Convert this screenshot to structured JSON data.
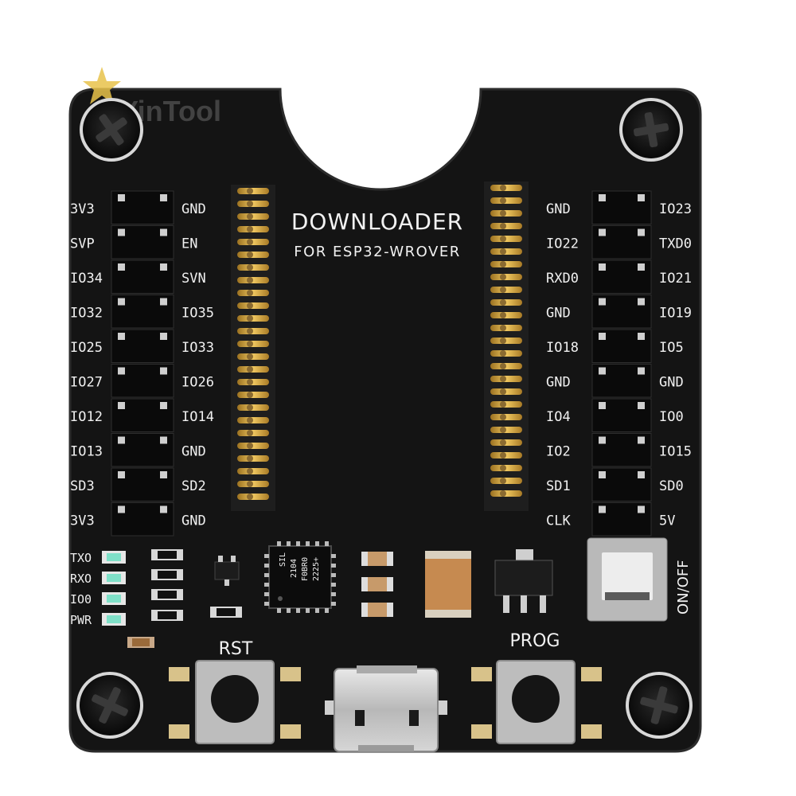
{
  "board": {
    "title": "DOWNLOADER",
    "subtitle": "FOR ESP32-WROVER",
    "watermark": "YinTool",
    "colors": {
      "pcb": "#141414",
      "silkscreen": "#f2f2f2",
      "gold": "#d4a23a",
      "led": "#7fe0c8"
    }
  },
  "left_outer_labels": [
    "3V3",
    "SVP",
    "IO34",
    "IO32",
    "IO25",
    "IO27",
    "IO12",
    "IO13",
    "SD3",
    "3V3"
  ],
  "left_inner_labels": [
    "GND",
    "EN",
    "SVN",
    "IO35",
    "IO33",
    "IO26",
    "IO14",
    "GND",
    "SD2",
    "GND"
  ],
  "right_inner_labels": [
    "GND",
    "IO22",
    "RXD0",
    "GND",
    "IO18",
    "GND",
    "IO4",
    "IO2",
    "SD1",
    "CLK"
  ],
  "right_outer_labels": [
    "IO23",
    "TXD0",
    "IO21",
    "IO19",
    "IO5",
    "GND",
    "IO0",
    "IO15",
    "SD0",
    "5V"
  ],
  "leds": [
    "TXO",
    "RXO",
    "IO0",
    "PWR"
  ],
  "chip_marking": [
    "SIL",
    "2104",
    "F0BR0",
    "2225+"
  ],
  "buttons": {
    "reset": "RST",
    "program": "PROG"
  },
  "switch_label": "ON/OFF"
}
